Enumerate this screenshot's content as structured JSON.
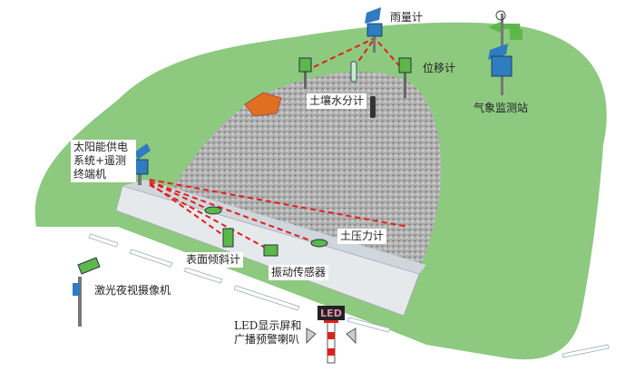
{
  "title": "边坡监测预警系统示意图",
  "labels": {
    "rain_gauge": "雨量计",
    "displacement_meter": "位移计",
    "soil_moisture_meter": "土壤水分计",
    "weather_station": "气象监测站",
    "solar_terminal": "太阳能供电系统+遥测终端机",
    "earth_pressure_gauge": "土压力计",
    "surface_inclinometer": "表面倾斜计",
    "vibration_sensor": "振动传感器",
    "night_vision_camera": "激光夜视摄像机",
    "led_broadcast": "LED显示屏和广播预警喇叭",
    "led_sign_text": "LED"
  },
  "colors": {
    "grass": "#8dc97f",
    "gravel": "#a9a9a9",
    "wall": "#e6e9ec",
    "device_blue": "#2f7cc0",
    "sensor_green": "#5cb848",
    "link_red": "#e0201c",
    "stone_orange": "#e07020"
  }
}
